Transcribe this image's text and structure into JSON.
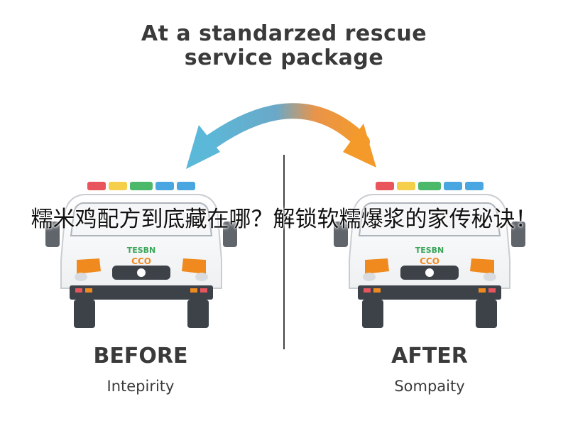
{
  "title_line1": "At a standarzed rescue",
  "title_line2": "service package",
  "overlay_caption": "糯米鸡配方到底藏在哪？解锁软糯爆浆的家传秘诀！",
  "before": {
    "label": "BEFORE",
    "sublabel": "Intepirity",
    "plate_line1": "TESBN",
    "plate_line2": "CCO"
  },
  "after": {
    "label": "AFTER",
    "sublabel": "Sompaity",
    "plate_line1": "TESBN",
    "plate_line2": "CCO"
  },
  "colors": {
    "arrow_blue": "#5bb8d8",
    "arrow_orange": "#f39a2a",
    "light_red": "#e8555c",
    "light_yellow": "#f5cf4a",
    "light_green": "#4cb86a",
    "light_blue": "#4aa6e0",
    "accent_orange": "#f08a1e",
    "plate_green": "#3aa65a"
  }
}
